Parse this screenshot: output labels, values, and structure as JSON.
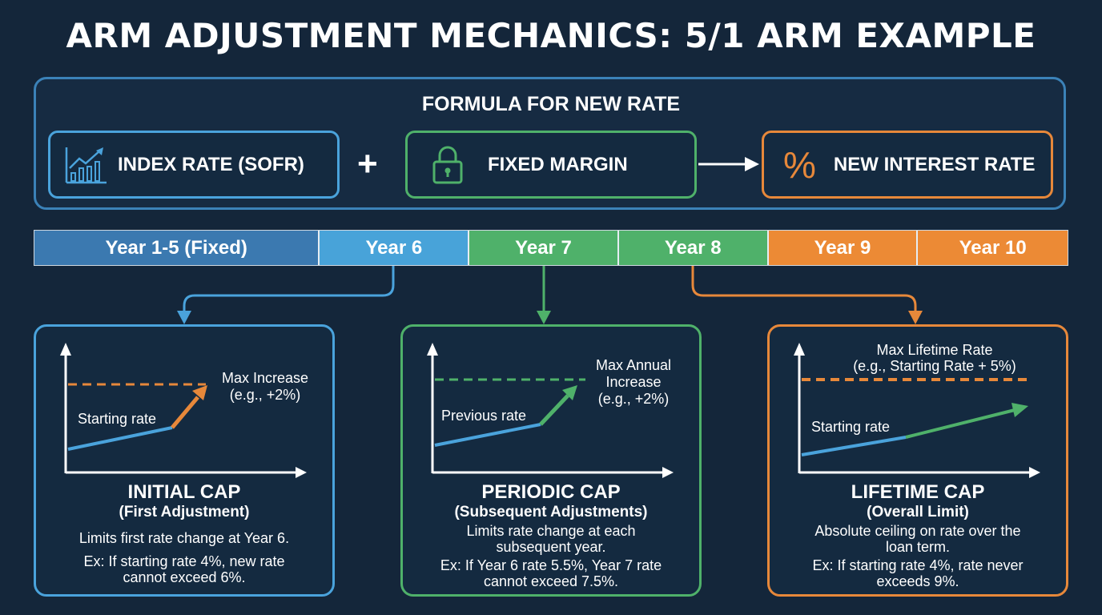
{
  "title": "ARM ADJUSTMENT MECHANICS: 5/1 ARM EXAMPLE",
  "formula": {
    "title": "FORMULA FOR NEW RATE",
    "index_label": "INDEX RATE (SOFR)",
    "plus": "+",
    "margin_label": "FIXED MARGIN",
    "new_rate_label": "NEW INTEREST RATE",
    "percent_symbol": "%"
  },
  "timeline": [
    {
      "label": "Year 1-5 (Fixed)",
      "color": "#3b79b0"
    },
    {
      "label": "Year 6",
      "color": "#48a3d9"
    },
    {
      "label": "Year 7",
      "color": "#4fb16a"
    },
    {
      "label": "Year 8",
      "color": "#4fb16a"
    },
    {
      "label": "Year 9",
      "color": "#ec8a35"
    },
    {
      "label": "Year 10",
      "color": "#ec8a35"
    }
  ],
  "cards": {
    "initial": {
      "title": "INITIAL CAP",
      "subtitle": "(First Adjustment)",
      "desc": "Limits first rate change at Year 6.",
      "example_1": "Ex: If starting rate 4%, new rate",
      "example_2": "cannot exceed 6%.",
      "chart_line_label": "Starting rate",
      "chart_cap_label_1": "Max Increase",
      "chart_cap_label_2": "(e.g., +2%)"
    },
    "periodic": {
      "title": "PERIODIC CAP",
      "subtitle": "(Subsequent Adjustments)",
      "desc_1": "Limits rate change at each",
      "desc_2": "subsequent year.",
      "example_1": "Ex: If Year 6 rate 5.5%, Year 7 rate",
      "example_2": "cannot exceed 7.5%.",
      "chart_line_label": "Previous rate",
      "chart_cap_label_1": "Max Annual",
      "chart_cap_label_2": "Increase",
      "chart_cap_label_3": "(e.g., +2%)"
    },
    "lifetime": {
      "title": "LIFETIME CAP",
      "subtitle": "(Overall Limit)",
      "desc_1": "Absolute ceiling on rate over the",
      "desc_2": "loan term.",
      "example_1": "Ex: If starting rate 4%, rate never",
      "example_2": "exceeds 9%.",
      "chart_line_label": "Starting rate",
      "chart_cap_label_1": "Max Lifetime Rate",
      "chart_cap_label_2": "(e.g., Starting Rate + 5%)"
    }
  },
  "colors": {
    "background": "#14263a",
    "blue": "#4aa3dc",
    "green": "#4fb16a",
    "orange": "#e7883a"
  }
}
